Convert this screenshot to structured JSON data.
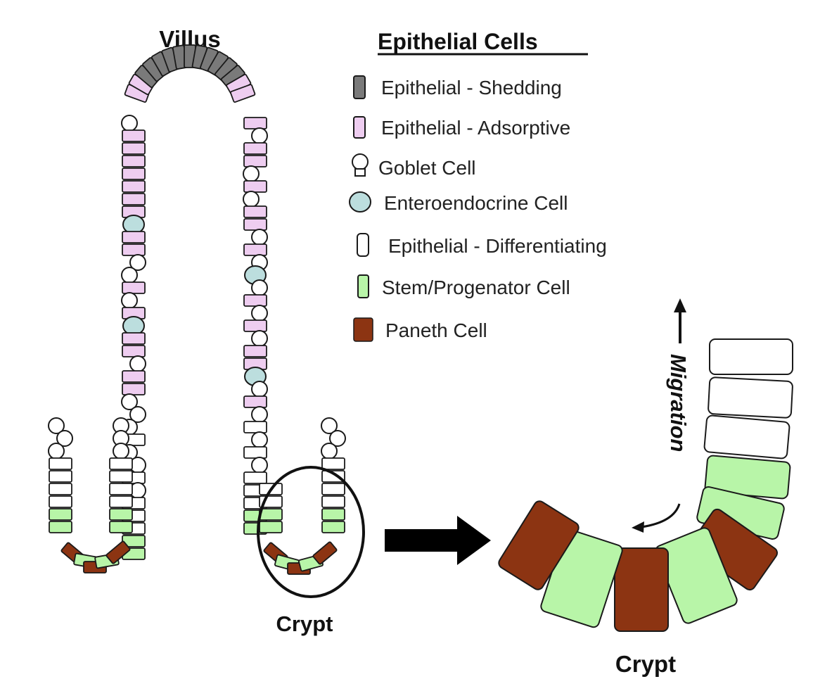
{
  "titles": {
    "villus": "Villus",
    "legend_heading": "Epithelial Cells",
    "crypt_left": "Crypt",
    "crypt_right": "Crypt",
    "migration": "Migration"
  },
  "legend": [
    {
      "label": "Epithelial - Shedding",
      "key": "shedding"
    },
    {
      "label": "Epithelial - Adsorptive",
      "key": "adsorptive"
    },
    {
      "label": "Goblet Cell",
      "key": "goblet"
    },
    {
      "label": "Enteroendocrine Cell",
      "key": "enteroendocrine"
    },
    {
      "label": "Epithelial - Differentiating",
      "key": "differentiating"
    },
    {
      "label": "Stem/Progenator Cell",
      "key": "stem"
    },
    {
      "label": "Paneth Cell",
      "key": "paneth"
    }
  ],
  "colors": {
    "shedding": "#7a7a7a",
    "adsorptive": "#eecdf0",
    "goblet": "#ffffff",
    "enteroendocrine": "#bcdede",
    "differentiating": "#ffffff",
    "stem": "#b8f5a8",
    "paneth": "#8c3412",
    "stroke": "#1a1a1a"
  }
}
